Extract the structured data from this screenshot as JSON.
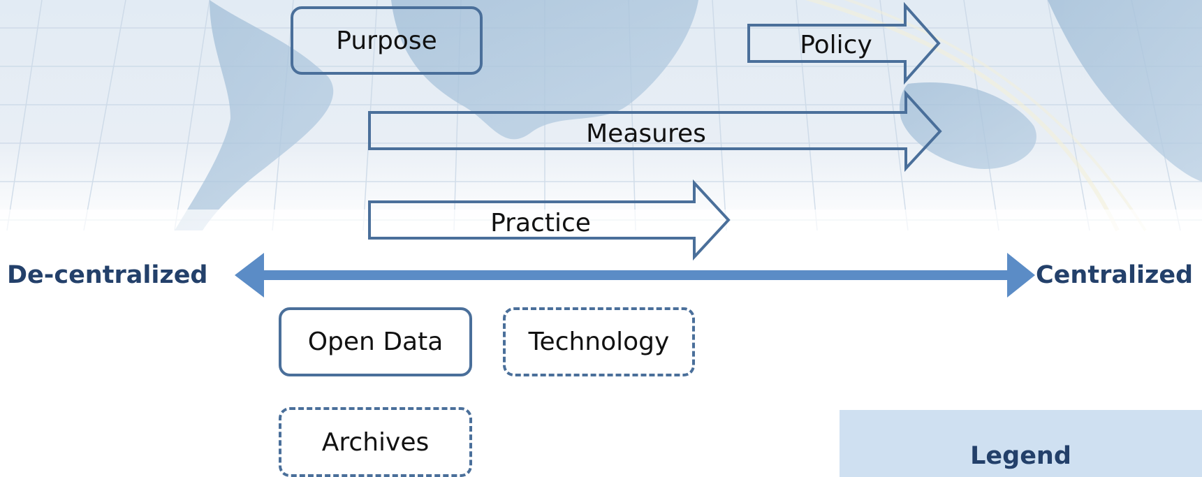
{
  "axis": {
    "left_label": "De-centralized",
    "right_label": "Centralized"
  },
  "arrows": [
    {
      "id": "policy",
      "label": "Policy"
    },
    {
      "id": "measures",
      "label": "Measures"
    },
    {
      "id": "practice",
      "label": "Practice"
    }
  ],
  "boxes": {
    "purpose": "Purpose",
    "open_data": "Open Data",
    "technology": "Technology",
    "archives": "Archives"
  },
  "legend": {
    "title": "Legend"
  },
  "colors": {
    "axis": "#5b8cc6",
    "outline": "#4a6f9a",
    "text_dark": "#23406a",
    "legend_bg": "#cfe0f1"
  }
}
